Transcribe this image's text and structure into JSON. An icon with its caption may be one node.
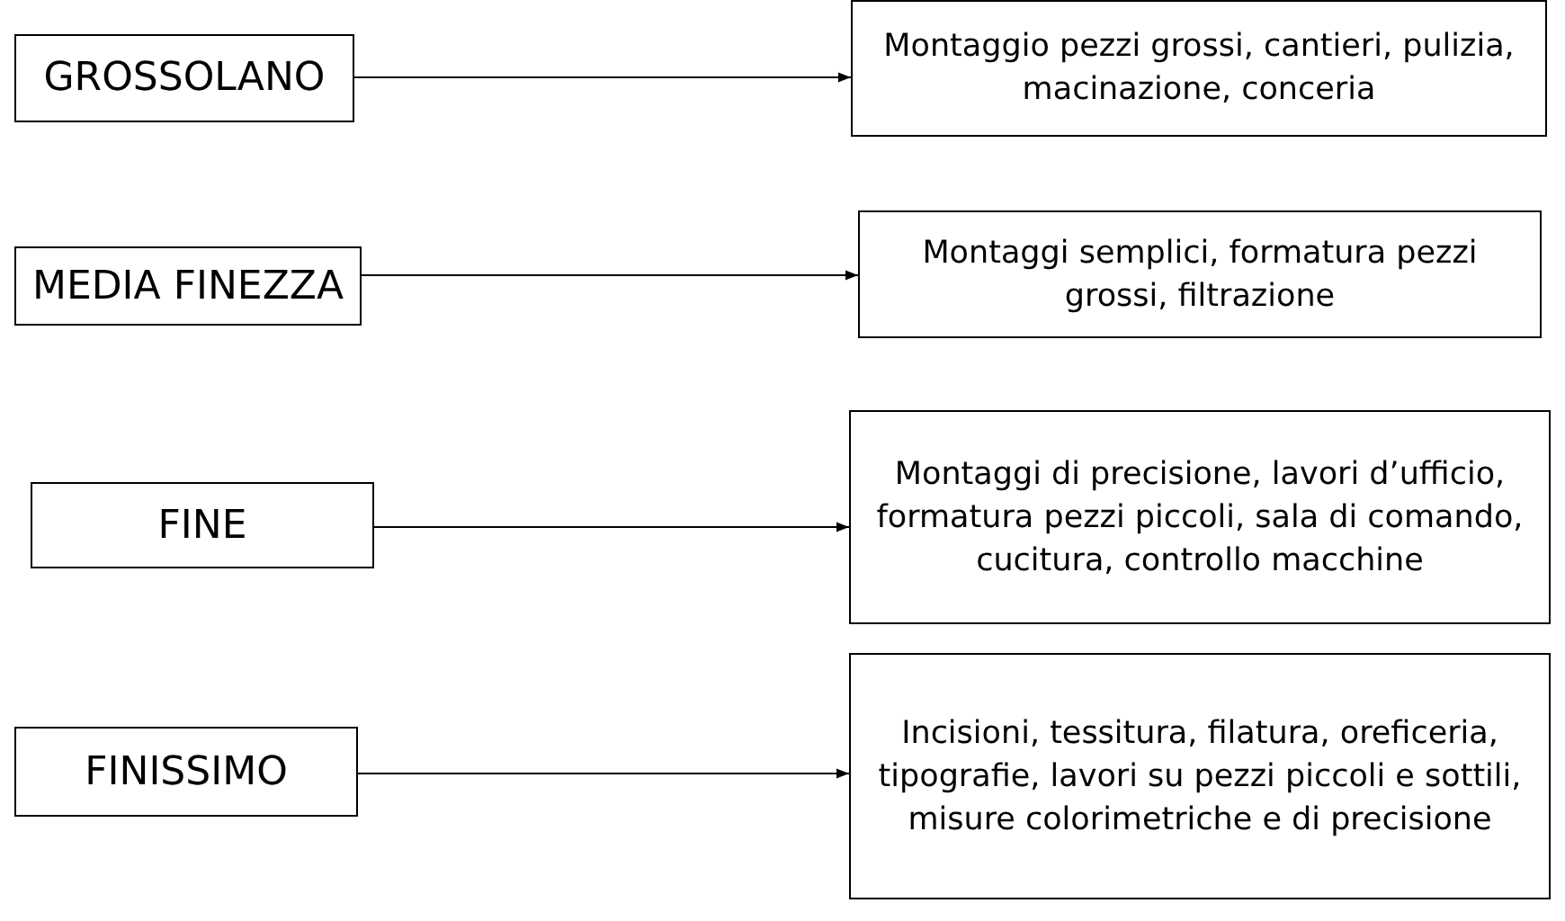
{
  "diagram": {
    "nodes": [
      {
        "text": [
          "GROSSOLANO"
        ]
      },
      {
        "text": [
          "Montaggio pezzi grossi, cantieri, pulizia, macinazione, conceria"
        ]
      },
      {
        "text": [
          "MEDIA FINEZZA"
        ]
      },
      {
        "text": [
          "Montaggi semplici, formatura pezzi grossi, filtrazione"
        ]
      },
      {
        "text": [
          "FINE"
        ]
      },
      {
        "text": [
          "Montaggi di precisione, lavori d’ufficio, formatura pezzi piccoli, sala di comando, cucitura, controllo macchine"
        ]
      },
      {
        "text": [
          "FINISSIMO"
        ]
      },
      {
        "text": [
          "Incisioni, tessitura, filatura, oreficeria, tipografie, lavori su pezzi piccoli e sottili, misure colorimetriche e di precisione"
        ]
      }
    ],
    "edges": [
      {
        "from": 0,
        "to": 1,
        "arrow": "to"
      },
      {
        "from": 2,
        "to": 3,
        "arrow": "to"
      },
      {
        "from": 4,
        "to": 5,
        "arrow": "to"
      },
      {
        "from": 6,
        "to": 7,
        "arrow": "to"
      }
    ]
  }
}
